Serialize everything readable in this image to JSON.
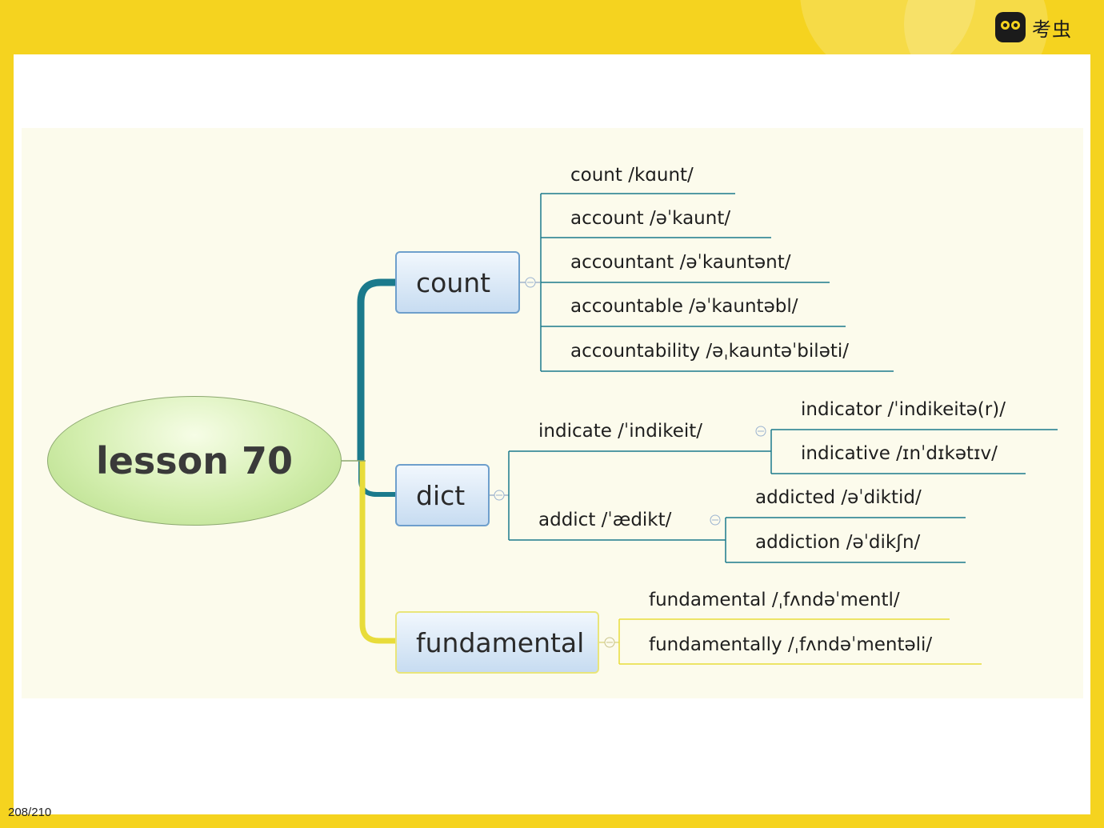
{
  "brand": {
    "logo_text": "考虫"
  },
  "page_number": "208/210",
  "mindmap": {
    "root": "lesson 70",
    "branches": [
      {
        "label": "count",
        "words": [
          "count /kɑunt/",
          "account  /əˈkaunt/",
          "accountant /əˈkauntənt/",
          "accountable /əˈkauntəbl/",
          "accountability /əˌkauntəˈbiləti/"
        ]
      },
      {
        "label": "dict",
        "sub": [
          {
            "word": "indicate  /ˈindikeit/",
            "children": [
              "indicator  /ˈindikeitə(r)/",
              "indicative /ɪnˈdɪkətɪv/"
            ]
          },
          {
            "word": "addict /ˈædikt/",
            "children": [
              "addicted /əˈdiktid/",
              "addiction /əˈdikʃn/"
            ]
          }
        ]
      },
      {
        "label": "fundamental",
        "words": [
          "fundamental /ˌfʌndəˈmentl/",
          "fundamentally /ˌfʌndəˈmentəli/"
        ]
      }
    ]
  },
  "colors": {
    "background": "#f5d31f",
    "diagram_bg": "#fcfbec",
    "teal": "#1b7a8c",
    "yellow_line": "#e8dc3a",
    "root_green": "#c6e69c",
    "branch_blue": "#c7dcf1"
  }
}
